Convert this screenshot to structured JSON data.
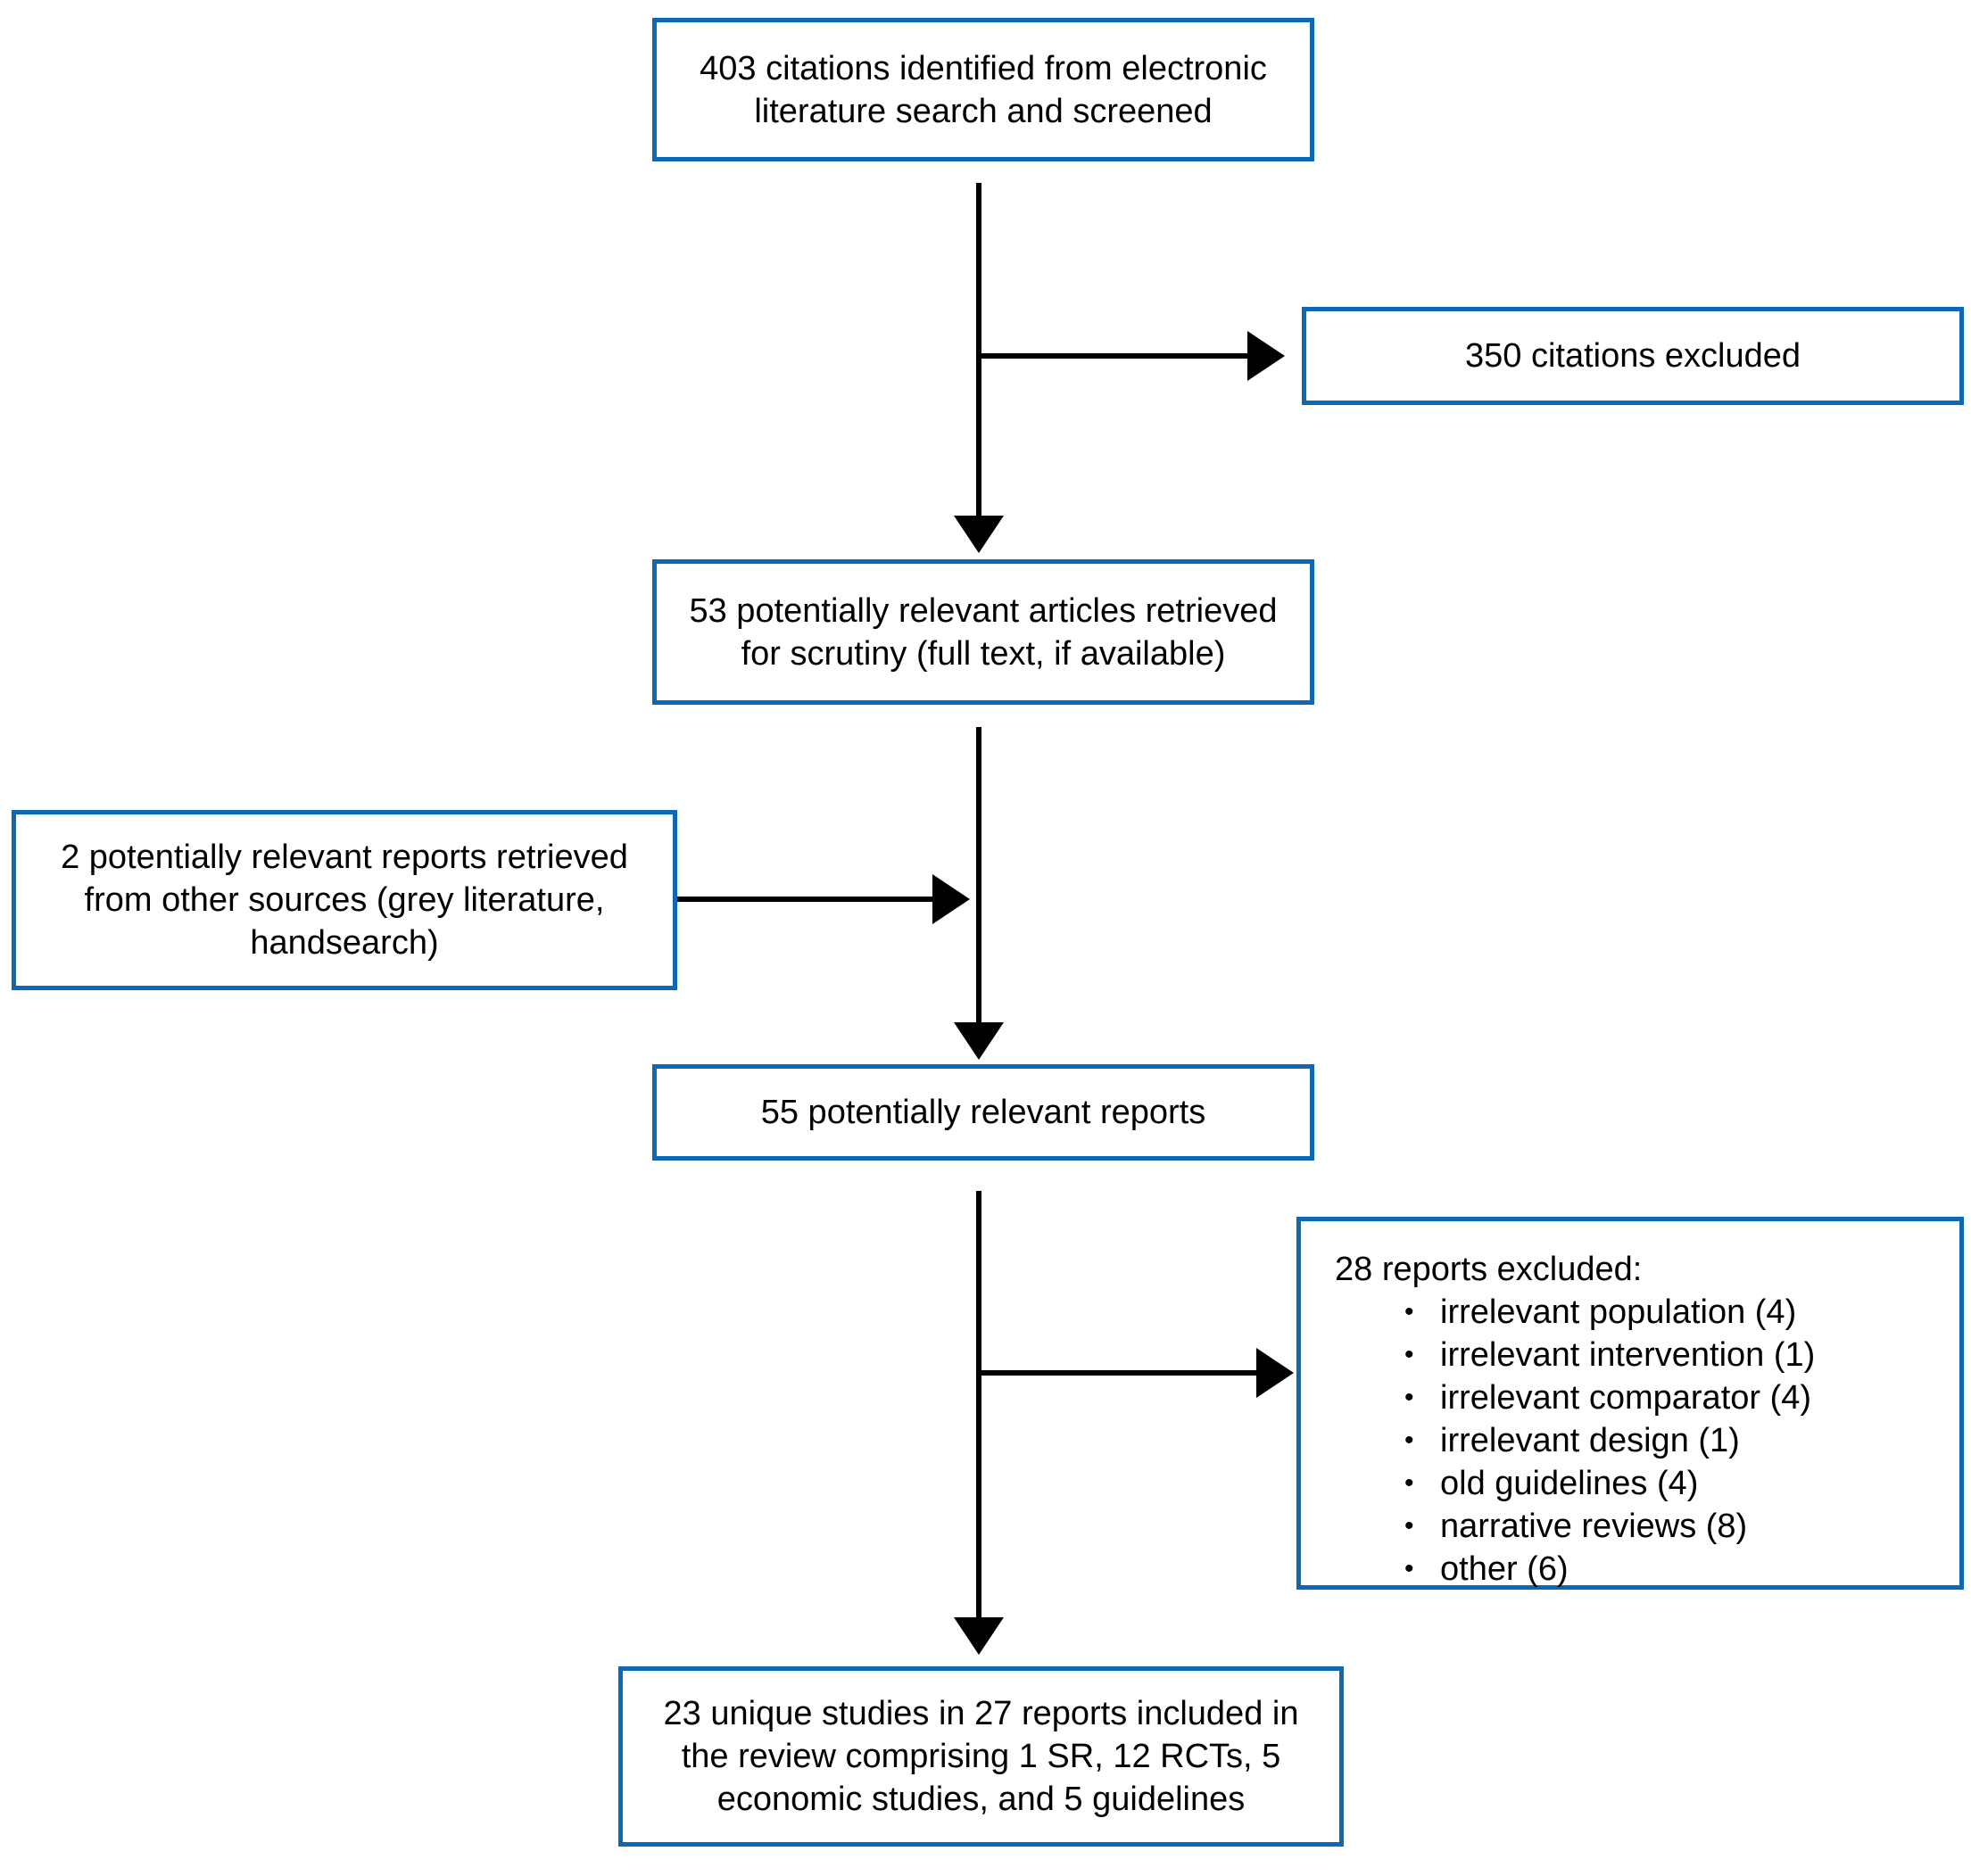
{
  "diagram": {
    "type": "prisma-flowchart",
    "colors": {
      "box_border": "#0d67b5",
      "arrow": "#000000",
      "text": "#000000",
      "background": "#ffffff"
    },
    "boxes": {
      "identified": {
        "text": "403 citations identified from electronic\nliterature search and screened"
      },
      "excluded_citations": {
        "text": "350 citations excluded"
      },
      "retrieved": {
        "text": "53 potentially relevant articles retrieved\nfor scrutiny (full text, if available)"
      },
      "other_sources": {
        "text": "2 potentially relevant reports retrieved\nfrom other sources (grey literature,\nhandsearch)"
      },
      "potentially_relevant": {
        "text": "55 potentially relevant reports"
      },
      "excluded_reports": {
        "title": "28 reports excluded:",
        "items": [
          "irrelevant population (4)",
          "irrelevant intervention (1)",
          "irrelevant comparator (4)",
          "irrelevant design (1)",
          "old guidelines (4)",
          "narrative reviews (8)",
          "other (6)"
        ]
      },
      "included": {
        "text": "23 unique studies in 27 reports included in\nthe review comprising 1 SR, 12 RCTs, 5\neconomic studies, and 5 guidelines"
      }
    }
  }
}
